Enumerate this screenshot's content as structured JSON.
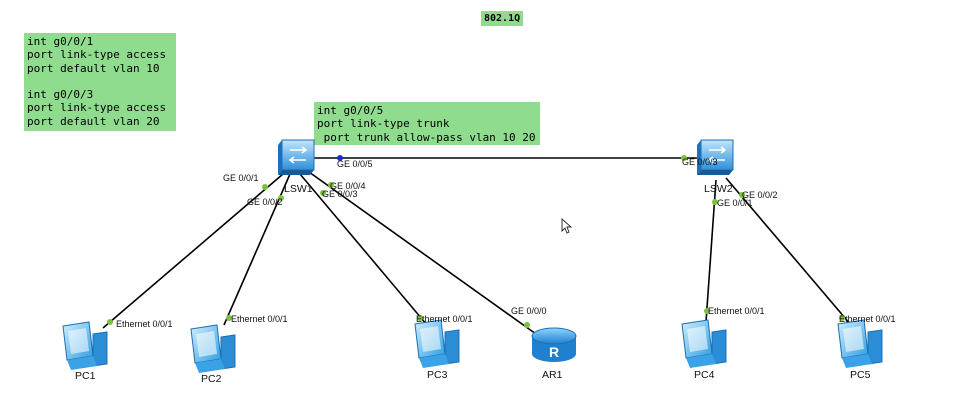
{
  "title": "802.1Q",
  "notes": {
    "access": "int g0/0/1\nport link-type access\nport default vlan 10\n\nint g0/0/3\nport link-type access\nport default vlan 20",
    "trunk": "int g0/0/5\nport link-type trunk\n port trunk allow-pass vlan 10 20"
  },
  "devices": {
    "lsw1": "LSW1",
    "lsw2": "LSW2",
    "pc1": "PC1",
    "pc2": "PC2",
    "pc3": "PC3",
    "ar1": "AR1",
    "pc4": "PC4",
    "pc5": "PC5"
  },
  "ports": {
    "lsw1_g5": "GE 0/0/5",
    "lsw2_g3": "GE 0/0/3",
    "lsw1_g1": "GE 0/0/1",
    "lsw1_g2": "GE 0/0/2",
    "lsw1_g4": "GE 0/0/4",
    "lsw1_g3": "GE 0/0/3",
    "lsw2_g1": "GE 0/0/1",
    "lsw2_g2": "GE 0/0/2",
    "pc1_eth": "Ethernet 0/0/1",
    "pc2_eth": "Ethernet 0/0/1",
    "pc3_eth": "Ethernet 0/0/1",
    "ar1_g0": "GE 0/0/0",
    "pc4_eth": "Ethernet 0/0/1",
    "pc5_eth": "Ethernet 0/0/1"
  },
  "colors": {
    "note_bg": "#8fdc8f",
    "link": "#000000",
    "port_dot": "#7cc33c",
    "trunk_dot": "#1a2bd6",
    "device_blue": "#2f9ee0"
  },
  "icons": {
    "switch": "switch-icon",
    "pc": "pc-icon",
    "router": "router-icon",
    "cursor": "cursor-icon"
  }
}
